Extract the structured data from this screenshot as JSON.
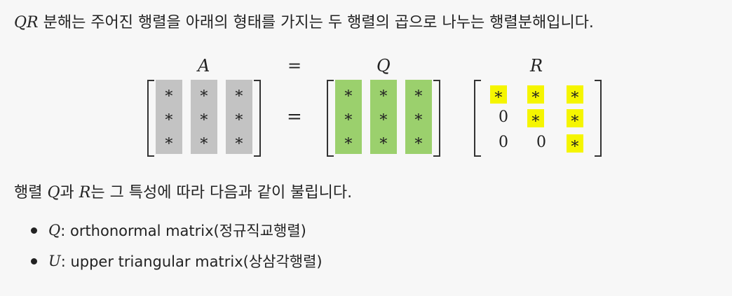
{
  "intro": {
    "symbol": "QR",
    "text": " 분해는 주어진 행렬을 아래의 형태를 가지는 두 행렬의 곱으로 나누는 행렬분해입니다."
  },
  "equation": {
    "label_a": "A",
    "label_eq": "=",
    "label_q": "Q",
    "label_r": "R",
    "eq_sign": "=",
    "entry": "∗",
    "zero": "0"
  },
  "description": {
    "prefix": "행렬 ",
    "q": "Q",
    "mid": "과 ",
    "r": "R",
    "suffix": "는 그 특성에 따라 다음과 같이 불립니다."
  },
  "bullets": [
    {
      "symbol": "Q",
      "text": ": orthonormal matrix(정규직교행렬)"
    },
    {
      "symbol": "U",
      "text": ": upper triangular matrix(상삼각행렬)"
    }
  ]
}
